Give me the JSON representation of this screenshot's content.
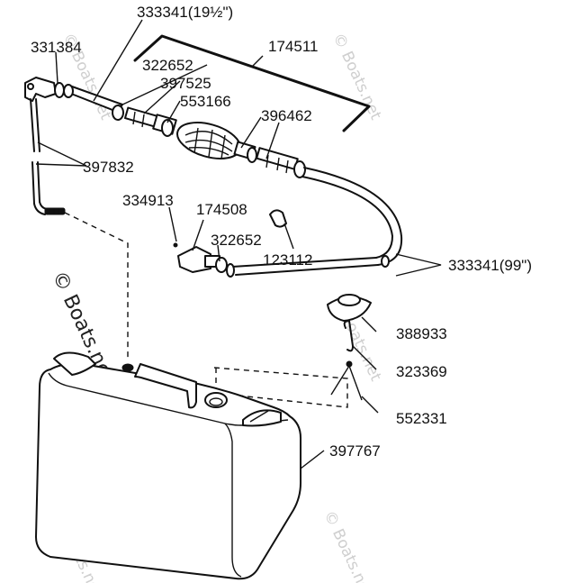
{
  "labels": {
    "p333341_short": "333341(19½\")",
    "p331384": "331384",
    "p174511": "174511",
    "p322652_top": "322652",
    "p397525": "397525",
    "p553166": "553166",
    "p396462": "396462",
    "p397832": "397832",
    "p334913": "334913",
    "p174508": "174508",
    "p322652_mid": "322652",
    "p123112": "123112",
    "p333341_long": "333341(99\")",
    "p388933": "388933",
    "p323369": "323369",
    "p552331": "552331",
    "p397767": "397767"
  },
  "watermark": {
    "text": "© Boats.net"
  }
}
